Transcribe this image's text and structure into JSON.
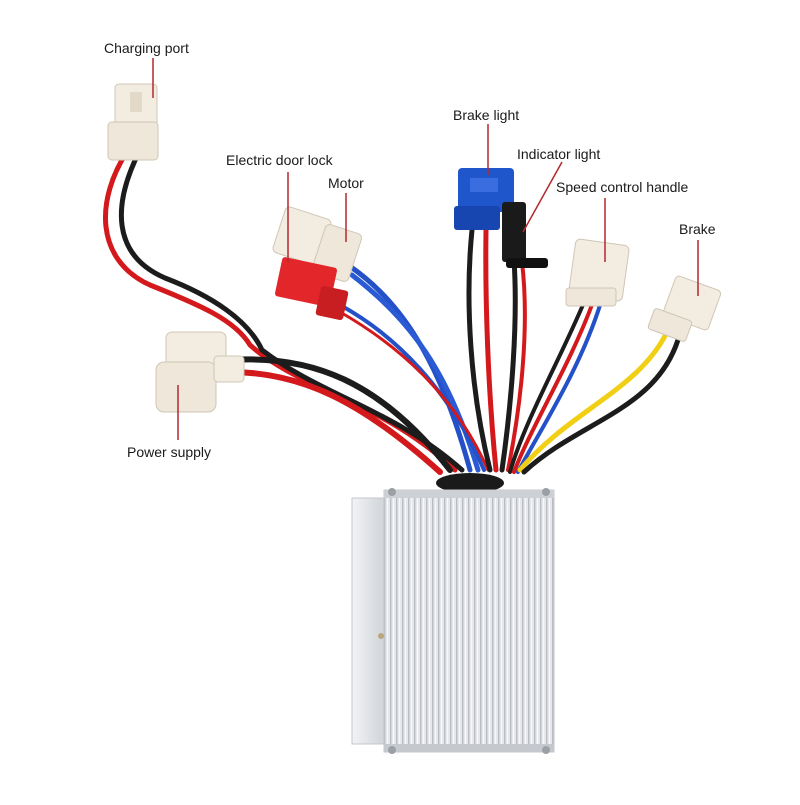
{
  "labels": {
    "charging_port": "Charging port",
    "electric_door_lock": "Electric door lock",
    "motor": "Motor",
    "brake_light": "Brake light",
    "indicator_light": "Indicator light",
    "speed_control_handle": "Speed control handle",
    "brake": "Brake",
    "power_supply": "Power supply"
  },
  "colors": {
    "leader_line": "#b3282d",
    "wire_red": "#d3191c",
    "wire_black": "#1c1c1c",
    "wire_blue": "#2450c8",
    "wire_yellow": "#f0cf14",
    "connector_white": "#f3ece0",
    "connector_blue": "#1f56cc",
    "connector_red": "#e3262a",
    "housing": "#d9dce0"
  }
}
